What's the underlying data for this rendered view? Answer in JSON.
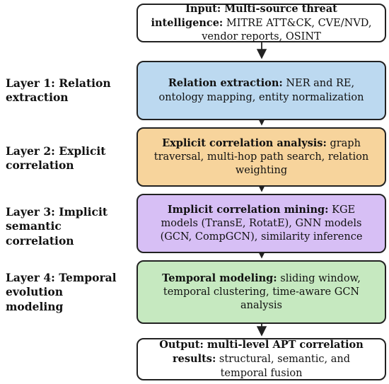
{
  "nodes": {
    "input": {
      "title": "Input: Multi-source threat intelligence:",
      "body": "MITRE ATT&CK, CVE/NVD, vendor reports, OSINT",
      "fill": "#ffffff"
    },
    "relation": {
      "title": "Relation extraction:",
      "body": "NER and RE, ontology mapping, entity normalization",
      "fill": "#bcd9f0"
    },
    "explicit": {
      "title": "Explicit correlation analysis:",
      "body": "graph traversal, multi-hop path search, relation weighting",
      "fill": "#f7d49c"
    },
    "implicit": {
      "title": "Implicit correlation mining:",
      "body": "KGE models (TransE, RotatE), GNN models (GCN, CompGCN), similarity inference",
      "fill": "#d7bff5"
    },
    "temporal": {
      "title": "Temporal modeling:",
      "body": "sliding window, temporal clustering, time-aware GCN analysis",
      "fill": "#c6e9c0"
    },
    "output": {
      "title": "Output: multi-level APT correlation results:",
      "body": "structural, semantic, and temporal fusion",
      "fill": "#ffffff"
    }
  },
  "layers": [
    "Layer 1: Relation extraction",
    "Layer 2: Explicit correlation",
    "Layer 3: Implicit semantic correlation",
    "Layer 4: Temporal evolution modeling"
  ]
}
